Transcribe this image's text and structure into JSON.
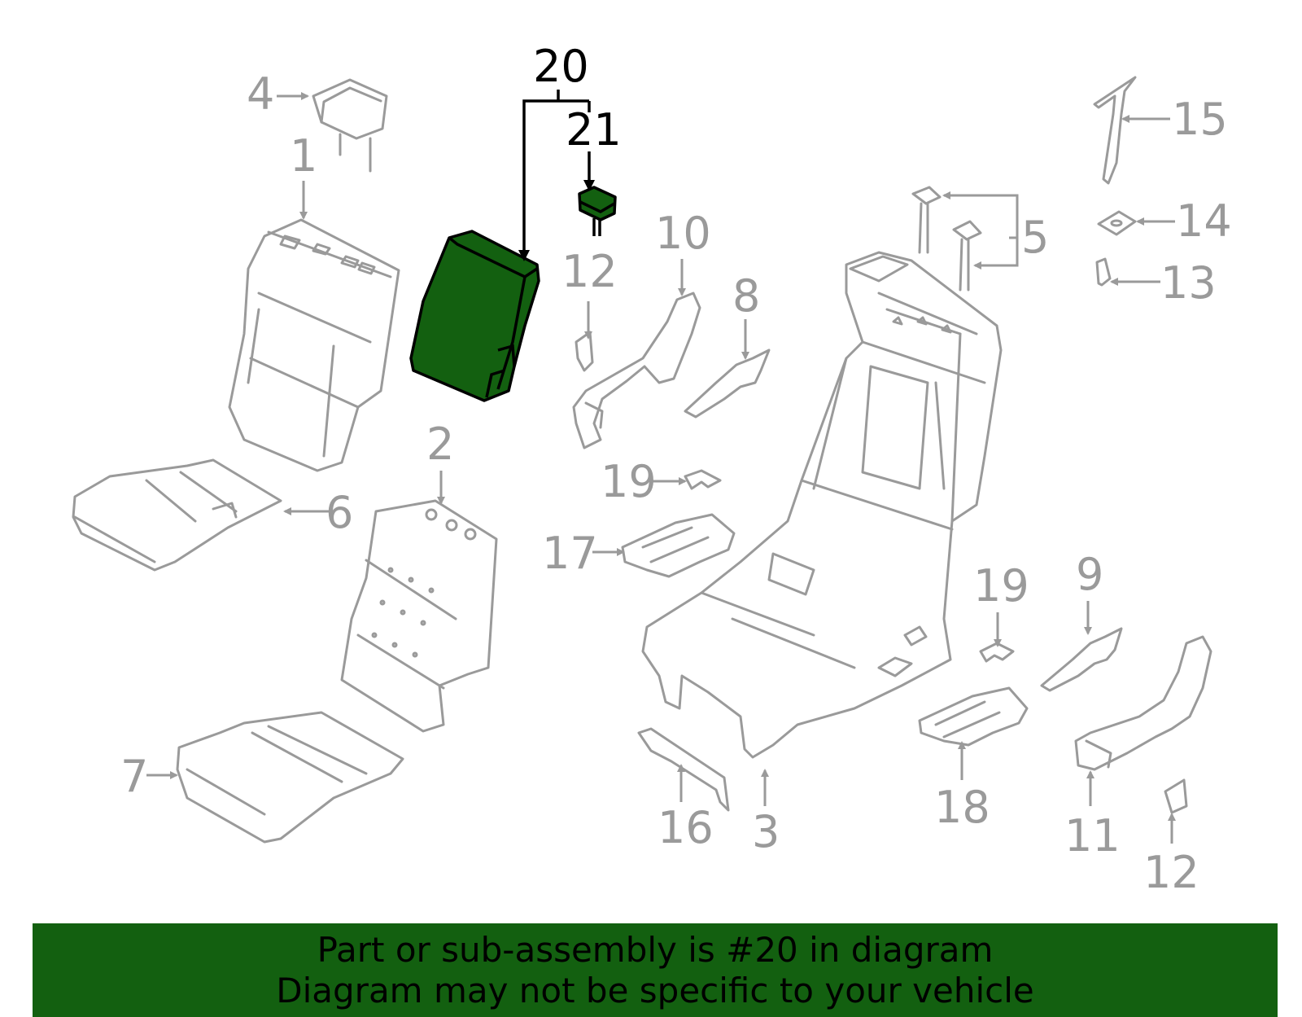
{
  "callouts": {
    "c1": "1",
    "c2": "2",
    "c3": "3",
    "c4": "4",
    "c5": "5",
    "c6": "6",
    "c7": "7",
    "c8": "8",
    "c9": "9",
    "c10": "10",
    "c11": "11",
    "c12a": "12",
    "c12b": "12",
    "c13": "13",
    "c14": "14",
    "c15": "15",
    "c16": "16",
    "c17": "17",
    "c18": "18",
    "c19a": "19",
    "c19b": "19",
    "c20": "20",
    "c21": "21"
  },
  "highlighted_part": "20",
  "banner": {
    "line1": "Part or sub-assembly is #20 in diagram",
    "line2": "Diagram may not be specific to your vehicle"
  },
  "colors": {
    "highlight": "#136010",
    "parts": "#9a9a9a",
    "banner_bg": "#136010"
  }
}
